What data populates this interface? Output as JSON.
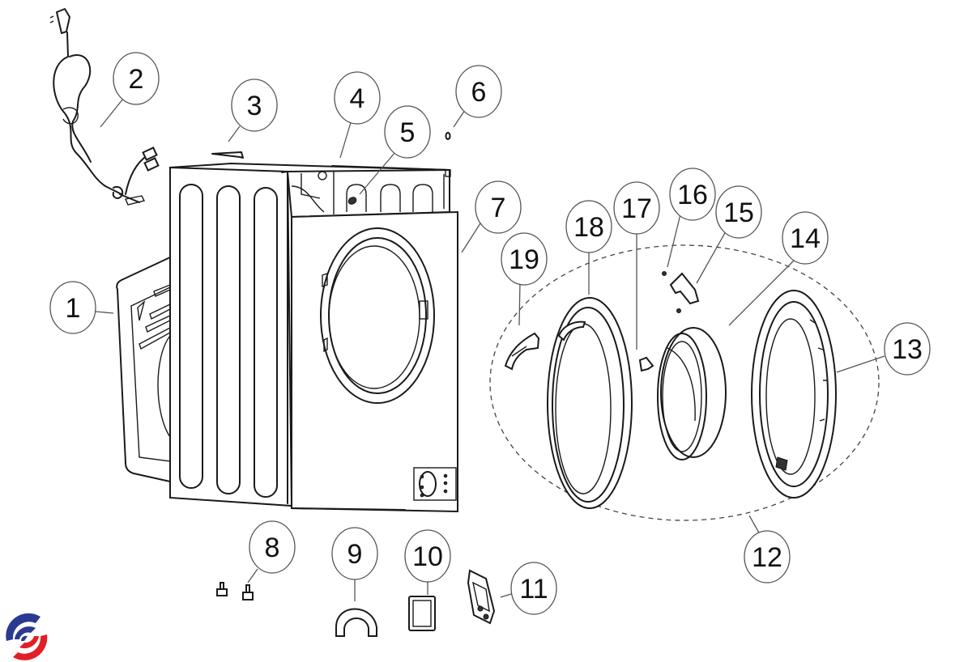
{
  "title": "Washing machine exploded parts diagram",
  "logo": {
    "name": "brand-swirl-logo",
    "colors": {
      "blue": "#2b3990",
      "red": "#e21e26"
    }
  },
  "callouts": [
    {
      "number": "1",
      "part": "rear-panel"
    },
    {
      "number": "2",
      "part": "power-cord"
    },
    {
      "number": "3",
      "part": "top-clip"
    },
    {
      "number": "4",
      "part": "top-frame"
    },
    {
      "number": "5",
      "part": "grommet"
    },
    {
      "number": "6",
      "part": "screw"
    },
    {
      "number": "7",
      "part": "front-panel"
    },
    {
      "number": "8",
      "part": "adjustable-feet"
    },
    {
      "number": "9",
      "part": "hose-bracket"
    },
    {
      "number": "10",
      "part": "service-flap"
    },
    {
      "number": "11",
      "part": "control-module"
    },
    {
      "number": "12",
      "part": "door-assembly"
    },
    {
      "number": "13",
      "part": "inner-door-frame"
    },
    {
      "number": "14",
      "part": "door-glass"
    },
    {
      "number": "15",
      "part": "door-hinge"
    },
    {
      "number": "16",
      "part": "hinge-screw"
    },
    {
      "number": "17",
      "part": "door-hook"
    },
    {
      "number": "18",
      "part": "outer-door-frame"
    },
    {
      "number": "19",
      "part": "door-handle"
    }
  ]
}
